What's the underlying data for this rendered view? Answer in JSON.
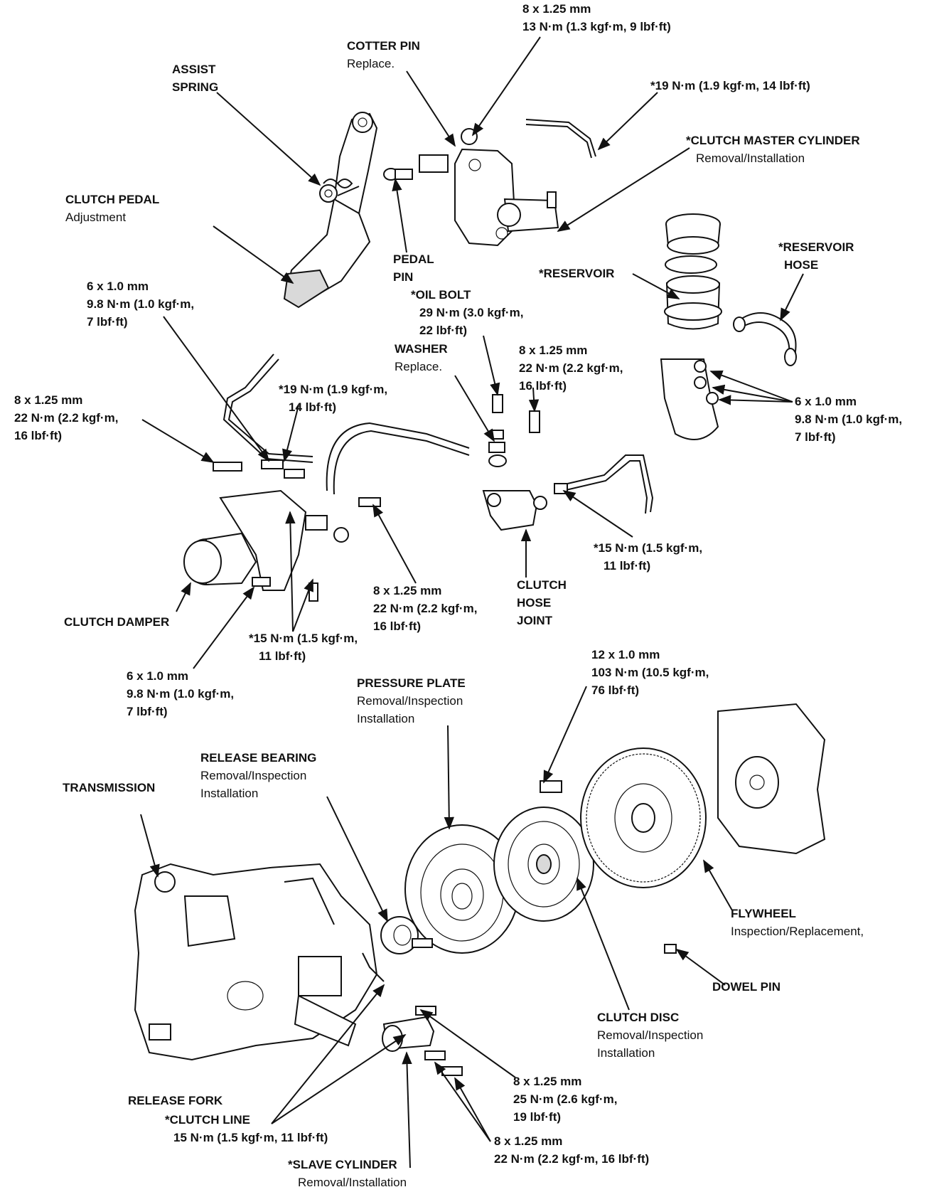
{
  "labels": {
    "top_bolt": [
      "8 x 1.25 mm",
      "13 N·m (1.3 kgf·m, 9 lbf·ft)"
    ],
    "cotter_pin": {
      "title": "COTTER PIN",
      "sub": "Replace."
    },
    "assist_spring": [
      "ASSIST",
      "SPRING"
    ],
    "master_torque": "*19 N·m (1.9 kgf·m, 14 lbf·ft)",
    "master_cylinder": {
      "title": "*CLUTCH MASTER CYLINDER",
      "sub": "Removal/Installation"
    },
    "clutch_pedal": {
      "title": "CLUTCH PEDAL",
      "sub": "Adjustment"
    },
    "reservoir_hose": [
      "*RESERVOIR",
      "HOSE"
    ],
    "pedal_pin": [
      "PEDAL",
      "PIN"
    ],
    "reservoir": "*RESERVOIR",
    "pedal_bolt": [
      "6 x 1.0 mm",
      "9.8 N·m (1.0 kgf·m,",
      "7 lbf·ft)"
    ],
    "oil_bolt": [
      "*OIL BOLT",
      "29 N·m (3.0 kgf·m,",
      "22 lbf·ft)"
    ],
    "washer": {
      "title": "WASHER",
      "sub": "Replace."
    },
    "hose_joint_bolt": [
      "8 x 1.25 mm",
      "22 N·m (2.2 kgf·m,",
      "16 lbf·ft)"
    ],
    "damper_torque": [
      "*19 N·m (1.9 kgf·m,",
      "14 lbf·ft)"
    ],
    "left_bolt": [
      "8 x 1.25 mm",
      "22 N·m (2.2 kgf·m,",
      "16 lbf·ft)"
    ],
    "reservoir_bolt": [
      "6 x 1.0 mm",
      "9.8 N·m (1.0 kgf·m,",
      "7 lbf·ft)"
    ],
    "line_torque_right": [
      "*15 N·m (1.5 kgf·m,",
      "11 lbf·ft)"
    ],
    "clutch_hose_joint": [
      "CLUTCH",
      "HOSE",
      "JOINT"
    ],
    "mid_bolt": [
      "8 x 1.25 mm",
      "22 N·m (2.2 kgf·m,",
      "16 lbf·ft)"
    ],
    "clutch_damper": "CLUTCH DAMPER",
    "line_torque_left": [
      "*15 N·m (1.5 kgf·m,",
      "11 lbf·ft)"
    ],
    "flywheel_bolt": [
      "12 x 1.0 mm",
      "103 N·m (10.5 kgf·m,",
      "76 lbf·ft)"
    ],
    "damper_bolt": [
      "6 x 1.0 mm",
      "9.8 N·m (1.0 kgf·m,",
      "7 lbf·ft)"
    ],
    "pressure_plate": {
      "title": "PRESSURE PLATE",
      "sub": [
        "Removal/Inspection",
        "Installation"
      ]
    },
    "release_bearing": {
      "title": "RELEASE BEARING",
      "sub": [
        "Removal/Inspection",
        "Installation"
      ]
    },
    "transmission": "TRANSMISSION",
    "flywheel": {
      "title": "FLYWHEEL",
      "sub": "Inspection/Replacement,"
    },
    "dowel_pin": "DOWEL PIN",
    "clutch_disc": {
      "title": "CLUTCH DISC",
      "sub": [
        "Removal/Inspection",
        "Installation"
      ]
    },
    "slave_bolt_upper": [
      "8 x 1.25 mm",
      "25 N·m (2.6 kgf·m,",
      "19 lbf·ft)"
    ],
    "release_fork": "RELEASE FORK",
    "clutch_line": {
      "title": "*CLUTCH LINE",
      "sub": "15 N·m (1.5 kgf·m, 11 lbf·ft)"
    },
    "slave_bolt_lower": [
      "8 x 1.25 mm",
      "22 N·m (2.2 kgf·m, 16 lbf·ft)"
    ],
    "slave_cylinder": {
      "title": "*SLAVE CYLINDER",
      "sub": "Removal/Installation"
    }
  }
}
